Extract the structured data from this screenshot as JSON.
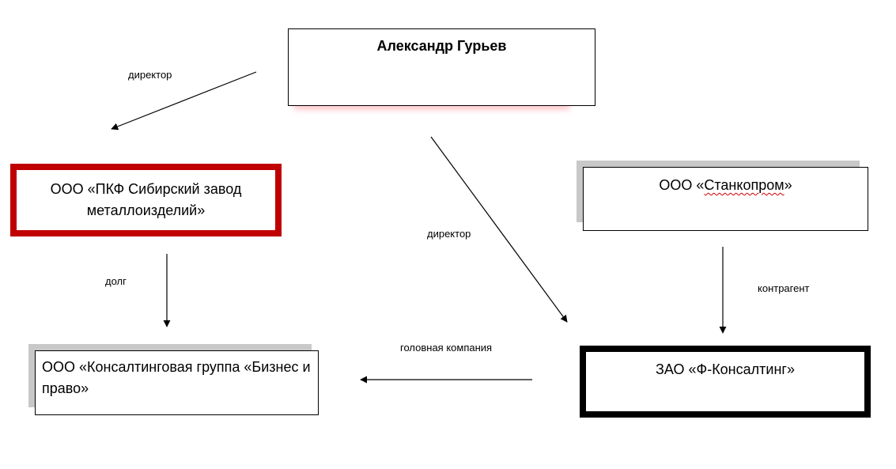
{
  "nodes": {
    "gurev": {
      "text": "Александр Гурьев"
    },
    "pkf": {
      "text": "ООО «ПКФ Сибирский завод металлоизделий»"
    },
    "stankoprom": {
      "prefix": "ООО «",
      "name": "Станкопром",
      "suffix": "»"
    },
    "konsalting_group": {
      "text": "ООО «Консалтинговая группа «Бизнес и право»"
    },
    "f_konsalting": {
      "text": "ЗАО «Ф-Консалтинг»"
    }
  },
  "edges": {
    "director_left": "директор",
    "director_right": "директор",
    "debt": "долг",
    "contractor": "контрагент",
    "head_company": "головная компания"
  },
  "colors": {
    "pkf_border": "#c00000",
    "shadow": "#c8c8c8",
    "spellcheck": "#d00000"
  }
}
